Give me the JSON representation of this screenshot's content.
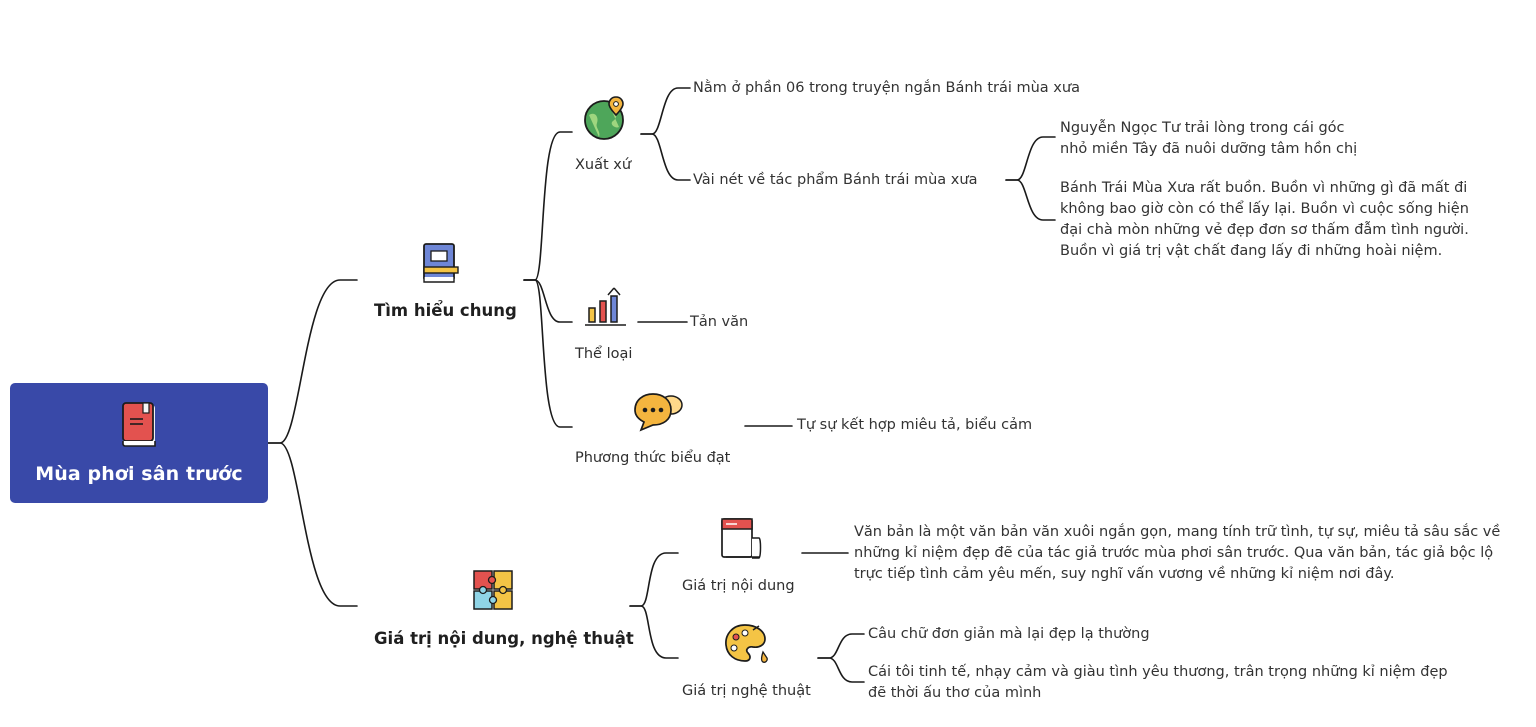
{
  "root": {
    "title": "Mùa phơi sân trước",
    "icon": "book-icon"
  },
  "branches": [
    {
      "label": "Tìm hiểu chung",
      "icon": "blue-book-icon",
      "children": [
        {
          "label": "Xuất xứ",
          "icon": "globe-location-icon",
          "children": [
            {
              "text": "Nằm ở phần 06 trong truyện ngắn Bánh trái mùa xưa"
            },
            {
              "text": "Vài nét về tác phẩm Bánh trái mùa xưa",
              "children": [
                {
                  "lines": [
                    "Nguyễn Ngọc Tư trải lòng trong cái góc",
                    "nhỏ miền Tây đã nuôi dưỡng tâm hồn chị"
                  ]
                },
                {
                  "lines": [
                    "Bánh Trái Mùa Xưa rất buồn. Buồn vì những gì đã mất đi",
                    "không bao giờ còn có thể lấy lại. Buồn vì cuộc sống hiện",
                    "đại chà mòn những vẻ đẹp đơn sơ thấm đẫm tình người.",
                    "Buồn vì giá trị vật chất đang lấy đi những hoài niệm."
                  ]
                }
              ]
            }
          ]
        },
        {
          "label": "Thể loại",
          "icon": "bar-chart-icon",
          "children": [
            {
              "text": "Tản văn"
            }
          ]
        },
        {
          "label": "Phương thức biểu đạt",
          "icon": "speech-bubble-icon",
          "children": [
            {
              "text": "Tự sự kết hợp miêu tả, biểu cảm"
            }
          ]
        }
      ]
    },
    {
      "label": "Giá trị nội dung, nghệ thuật",
      "icon": "puzzle-icon",
      "children": [
        {
          "label": "Giá trị nội dung",
          "icon": "calendar-icon",
          "children": [
            {
              "lines": [
                "Văn bản là một văn bản văn xuôi ngắn gọn, mang tính trữ tình, tự sự, miêu tả sâu sắc về",
                "những kỉ niệm đẹp đẽ của tác giả trước mùa phơi sân trước. Qua văn bản, tác giả bộc lộ",
                "trực tiếp tình cảm yêu mến, suy nghĩ vấn vương về những kỉ niệm nơi đây."
              ]
            }
          ]
        },
        {
          "label": "Giá trị nghệ thuật",
          "icon": "paint-palette-icon",
          "children": [
            {
              "text": "Câu chữ đơn giản mà lại đẹp lạ thường"
            },
            {
              "lines": [
                "Cái tôi tinh tế, nhạy cảm và giàu tình yêu thương, trân trọng những kỉ niệm đẹp",
                "đẽ thời ấu thơ của mình"
              ]
            }
          ]
        }
      ]
    }
  ],
  "colors": {
    "root_bg": "#3949a8",
    "connector": "#1a1a1a",
    "text": "#2f2f2f"
  }
}
